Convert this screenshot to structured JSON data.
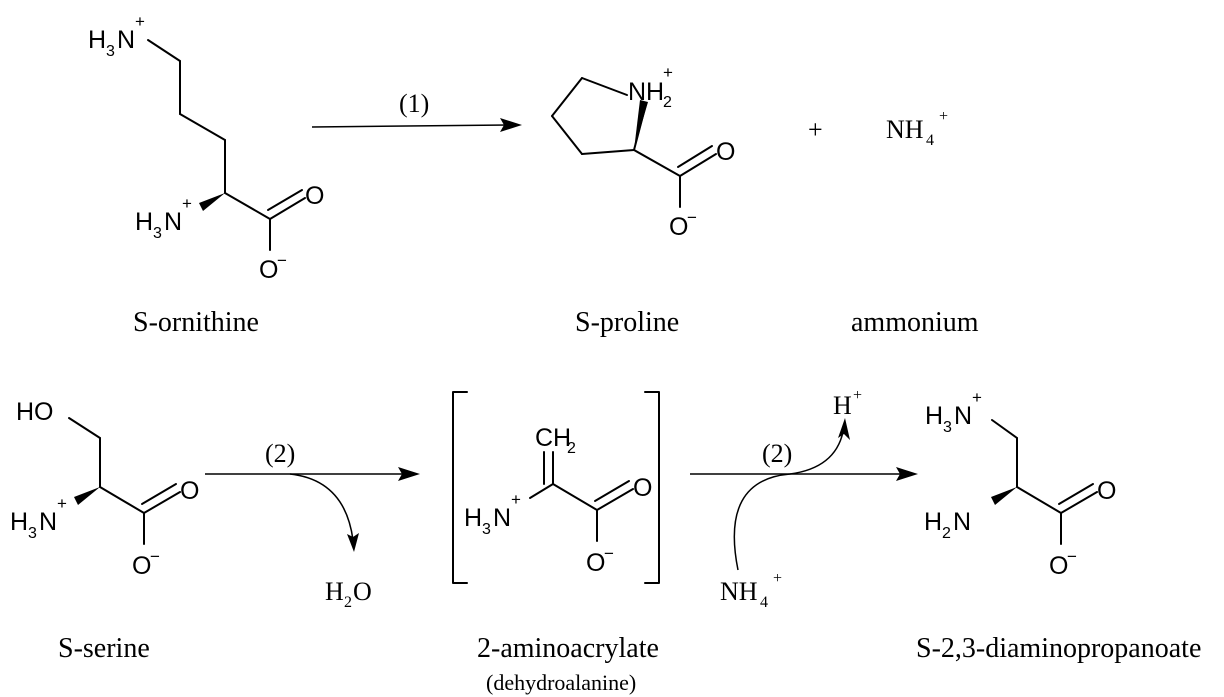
{
  "labels": {
    "ornithine": "S-ornithine",
    "proline": "S-proline",
    "ammonium": "ammonium",
    "serine": "S-serine",
    "aminoacrylate": "2-aminoacrylate",
    "dehydroalanine": "(dehydroalanine)",
    "diaminopropanoate": "S-2,3-diaminopropanoate"
  },
  "reactions": {
    "step1": "(1)",
    "step2": "(2)"
  },
  "plus": "+",
  "atoms": {
    "H": "H",
    "N": "N",
    "O": "O",
    "HO": "HO",
    "NH": "NH",
    "CH": "CH",
    "NH_serif": "NH",
    "H_serif": "H",
    "O_serif": "O",
    "n3": "3",
    "n2": "2",
    "n4": "4",
    "plus": "+",
    "minus": "−"
  }
}
